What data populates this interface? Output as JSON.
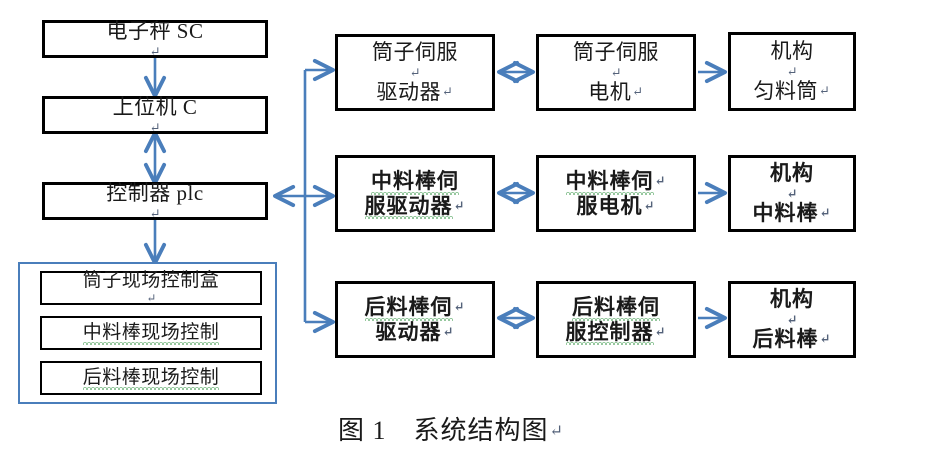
{
  "figure": {
    "caption": "图 1　系统结构图",
    "caption_mark": "↵"
  },
  "colors": {
    "arrow": "#4a7ebb",
    "group_border": "#4a7ebb",
    "node_border": "#000000",
    "background": "#ffffff",
    "text": "#1a1a1a",
    "spellcheck_underline": "#3f9b4f"
  },
  "left_column": {
    "nodes": [
      {
        "id": "scale",
        "lines": [
          "电子秤 SC"
        ],
        "mark": "↵",
        "bold": false
      },
      {
        "id": "host-pc",
        "lines": [
          "上位机 C"
        ],
        "mark": "↵",
        "bold": false
      },
      {
        "id": "controller",
        "lines": [
          "控制器 plc"
        ],
        "mark": "↵",
        "bold": false
      }
    ]
  },
  "field_control_group": {
    "nodes": [
      {
        "id": "bobbin-field-box",
        "lines": [
          "筒子现场控制盒"
        ],
        "mark": "↵",
        "spellcheck": false
      },
      {
        "id": "mid-rod-field-ctrl",
        "lines": [
          "中料棒现场控制"
        ],
        "mark": "",
        "spellcheck": true
      },
      {
        "id": "rear-rod-field-ctrl",
        "lines": [
          "后料棒现场控制"
        ],
        "mark": "",
        "spellcheck": true
      }
    ]
  },
  "right_rows": [
    {
      "id": "row-bobbin",
      "bold": false,
      "nodes": [
        {
          "id": "bobbin-servo-driver",
          "lines": [
            "筒子伺服",
            "驱动器"
          ],
          "mark": "↵",
          "spellcheck": false
        },
        {
          "id": "bobbin-servo-motor",
          "lines": [
            "筒子伺服",
            "电机"
          ],
          "mark": "↵",
          "spellcheck": false
        },
        {
          "id": "mech-leveling-drum",
          "lines": [
            "机构",
            "匀料筒"
          ],
          "mark": "↵",
          "spellcheck": false
        }
      ]
    },
    {
      "id": "row-mid-rod",
      "bold": true,
      "nodes": [
        {
          "id": "mid-rod-servo-driver",
          "lines": [
            "中料棒伺",
            "服驱动器"
          ],
          "mark": "↵",
          "spellcheck": true
        },
        {
          "id": "mid-rod-servo-motor",
          "lines": [
            "中料棒伺",
            "服电机"
          ],
          "mark": "↵",
          "spellcheck": true
        },
        {
          "id": "mech-mid-rod",
          "lines": [
            "机构",
            "中料棒"
          ],
          "mark": "↵",
          "spellcheck": false
        }
      ]
    },
    {
      "id": "row-rear-rod",
      "bold": true,
      "nodes": [
        {
          "id": "rear-rod-servo-driver",
          "lines": [
            "后料棒伺",
            "驱动器"
          ],
          "mark": "↵",
          "spellcheck": true
        },
        {
          "id": "rear-rod-servo-controller",
          "lines": [
            "后料棒伺",
            "服控制器"
          ],
          "mark": "↵",
          "spellcheck": true
        },
        {
          "id": "mech-rear-rod",
          "lines": [
            "机构",
            "后料棒"
          ],
          "mark": "↵",
          "spellcheck": false
        }
      ]
    }
  ],
  "connectors": [
    {
      "id": "scale-to-host",
      "kind": "arrow-down"
    },
    {
      "id": "host-to-controller",
      "kind": "arrow-double-vertical"
    },
    {
      "id": "controller-to-field",
      "kind": "arrow-down"
    },
    {
      "id": "controller-to-bus",
      "kind": "arrow-double-horizontal"
    },
    {
      "id": "bus-to-bobbin-row",
      "kind": "arrow-right"
    },
    {
      "id": "bus-to-mid-rod-row",
      "kind": "arrow-right"
    },
    {
      "id": "bus-to-rear-rod-row",
      "kind": "arrow-right"
    },
    {
      "id": "driver-to-motor-bobbin",
      "kind": "arrow-double-horizontal"
    },
    {
      "id": "motor-to-mech-bobbin",
      "kind": "arrow-right"
    },
    {
      "id": "driver-to-motor-mid",
      "kind": "arrow-double-horizontal"
    },
    {
      "id": "motor-to-mech-mid",
      "kind": "arrow-right"
    },
    {
      "id": "driver-to-motor-rear",
      "kind": "arrow-double-horizontal"
    },
    {
      "id": "motor-to-mech-rear",
      "kind": "arrow-right"
    }
  ]
}
